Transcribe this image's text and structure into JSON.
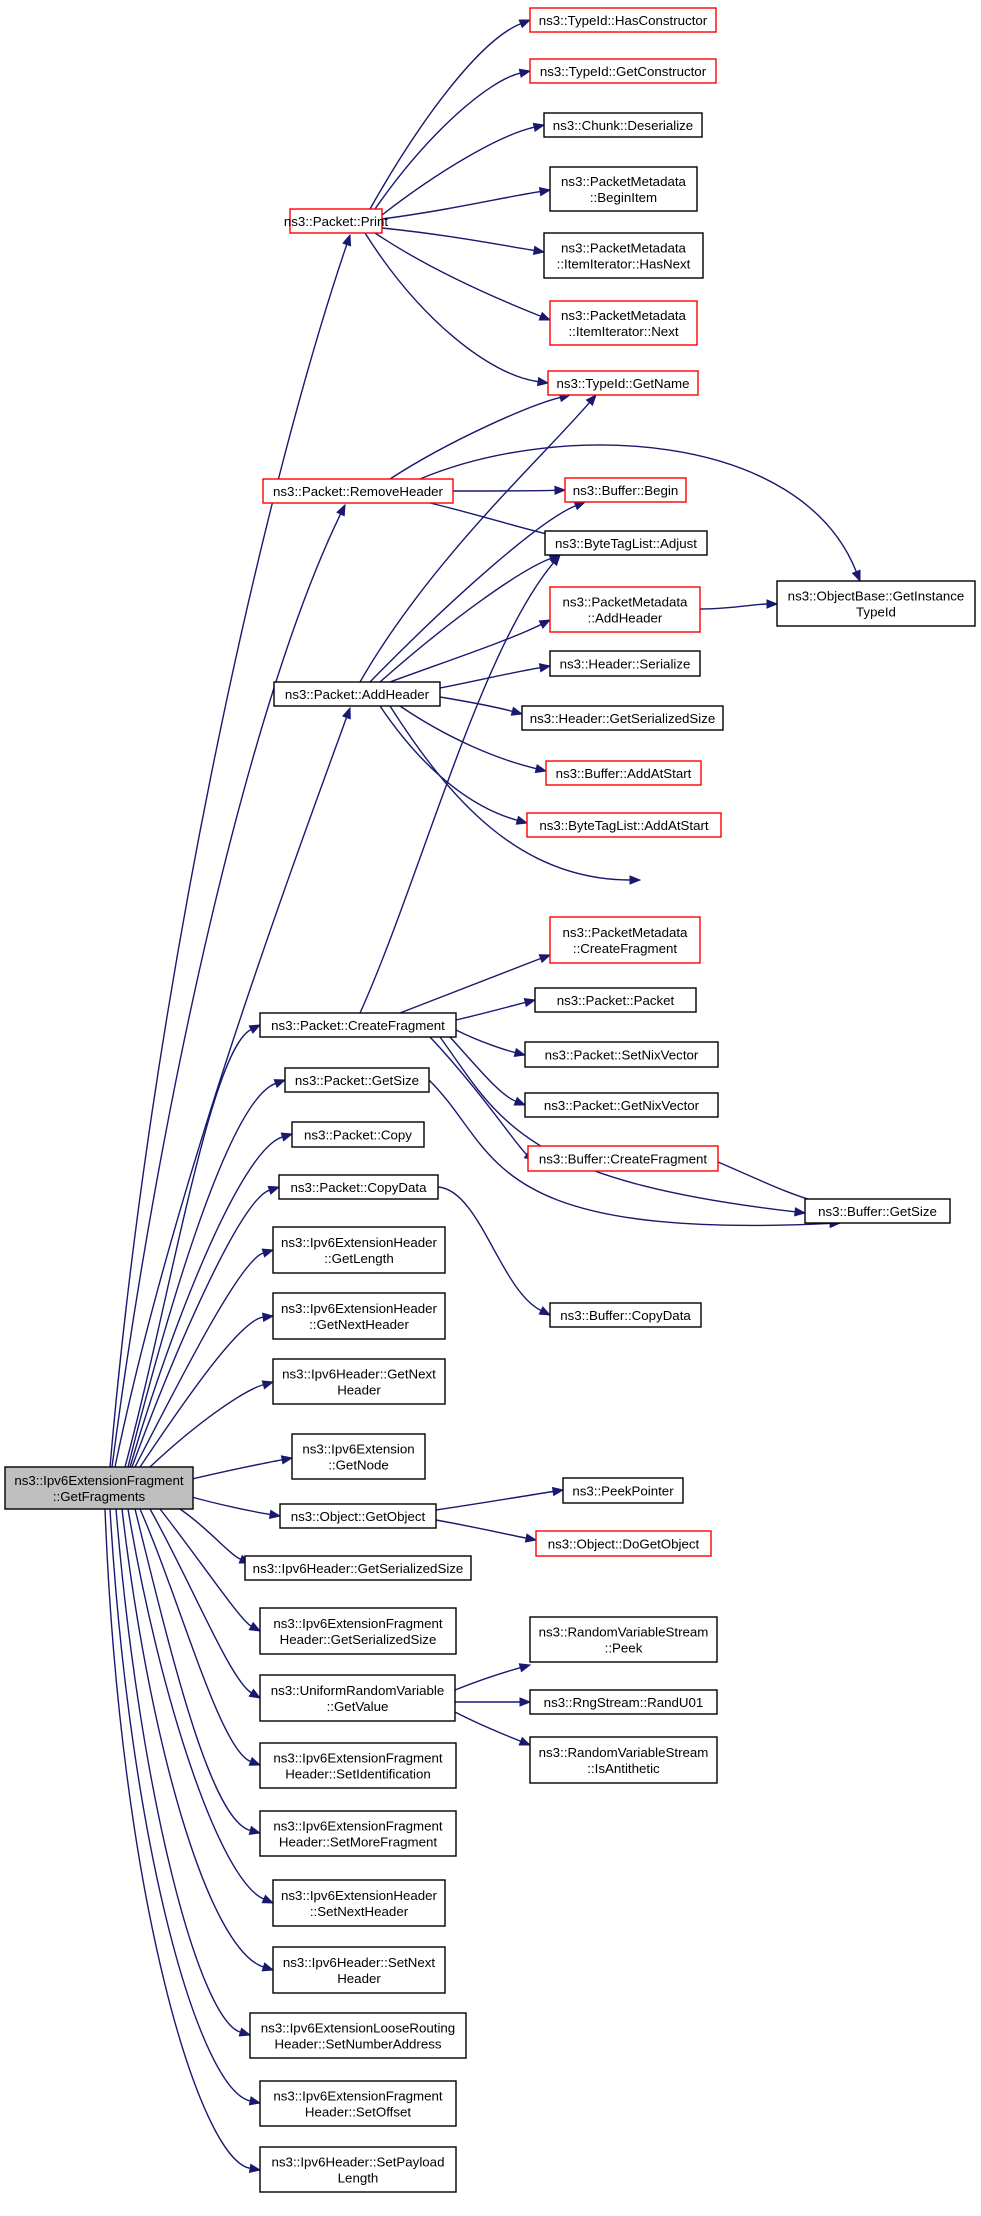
{
  "graph": {
    "nodes": [
      {
        "id": "root",
        "label": [
          "ns3::Ipv6ExtensionFragment",
          "::GetFragments"
        ],
        "root": true
      },
      {
        "id": "print",
        "label": [
          "ns3::Packet::Print"
        ],
        "truncated": true
      },
      {
        "id": "hasctor",
        "label": [
          "ns3::TypeId::HasConstructor"
        ],
        "truncated": true
      },
      {
        "id": "getctor",
        "label": [
          "ns3::TypeId::GetConstructor"
        ],
        "truncated": true
      },
      {
        "id": "deser",
        "label": [
          "ns3::Chunk::Deserialize"
        ]
      },
      {
        "id": "beginitem",
        "label": [
          "ns3::PacketMetadata",
          "::BeginItem"
        ]
      },
      {
        "id": "hasnext",
        "label": [
          "ns3::PacketMetadata",
          "::ItemIterator::HasNext"
        ]
      },
      {
        "id": "next",
        "label": [
          "ns3::PacketMetadata",
          "::ItemIterator::Next"
        ],
        "truncated": true
      },
      {
        "id": "getname",
        "label": [
          "ns3::TypeId::GetName"
        ],
        "truncated": true
      },
      {
        "id": "removeheader",
        "label": [
          "ns3::Packet::RemoveHeader"
        ],
        "truncated": true
      },
      {
        "id": "bufbegin",
        "label": [
          "ns3::Buffer::Begin"
        ],
        "truncated": true
      },
      {
        "id": "adjust",
        "label": [
          "ns3::ByteTagList::Adjust"
        ]
      },
      {
        "id": "getinst",
        "label": [
          "ns3::ObjectBase::GetInstance",
          "TypeId"
        ]
      },
      {
        "id": "pmaddheader",
        "label": [
          "ns3::PacketMetadata",
          "::AddHeader"
        ],
        "truncated": true
      },
      {
        "id": "addheader",
        "label": [
          "ns3::Packet::AddHeader"
        ]
      },
      {
        "id": "hserialize",
        "label": [
          "ns3::Header::Serialize"
        ]
      },
      {
        "id": "hgetsize",
        "label": [
          "ns3::Header::GetSerializedSize"
        ]
      },
      {
        "id": "bufaddstart",
        "label": [
          "ns3::Buffer::AddAtStart"
        ],
        "truncated": true
      },
      {
        "id": "btladdstart",
        "label": [
          "ns3::ByteTagList::AddAtStart"
        ],
        "truncated": true
      },
      {
        "id": "pmcreatefrag",
        "label": [
          "ns3::PacketMetadata",
          "::CreateFragment"
        ],
        "truncated": true
      },
      {
        "id": "createfrag",
        "label": [
          "ns3::Packet::CreateFragment"
        ]
      },
      {
        "id": "packet",
        "label": [
          "ns3::Packet::Packet"
        ]
      },
      {
        "id": "setnix",
        "label": [
          "ns3::Packet::SetNixVector"
        ]
      },
      {
        "id": "getnix",
        "label": [
          "ns3::Packet::GetNixVector"
        ]
      },
      {
        "id": "bufcreatefrag",
        "label": [
          "ns3::Buffer::CreateFragment"
        ],
        "truncated": true
      },
      {
        "id": "bufgetsize",
        "label": [
          "ns3::Buffer::GetSize"
        ]
      },
      {
        "id": "pgetsize",
        "label": [
          "ns3::Packet::GetSize"
        ]
      },
      {
        "id": "pcopy",
        "label": [
          "ns3::Packet::Copy"
        ]
      },
      {
        "id": "pcopydata",
        "label": [
          "ns3::Packet::CopyData"
        ]
      },
      {
        "id": "bufcopydata",
        "label": [
          "ns3::Buffer::CopyData"
        ]
      },
      {
        "id": "ehgetlen",
        "label": [
          "ns3::Ipv6ExtensionHeader",
          "::GetLength"
        ]
      },
      {
        "id": "ehgetnext",
        "label": [
          "ns3::Ipv6ExtensionHeader",
          "::GetNextHeader"
        ]
      },
      {
        "id": "hgetnext",
        "label": [
          "ns3::Ipv6Header::GetNext",
          "Header"
        ]
      },
      {
        "id": "extgetnode",
        "label": [
          "ns3::Ipv6Extension",
          "::GetNode"
        ]
      },
      {
        "id": "getobject",
        "label": [
          "ns3::Object::GetObject"
        ]
      },
      {
        "id": "peekptr",
        "label": [
          "ns3::PeekPointer"
        ]
      },
      {
        "id": "dogetobj",
        "label": [
          "ns3::Object::DoGetObject"
        ],
        "truncated": true
      },
      {
        "id": "v6hgetsize",
        "label": [
          "ns3::Ipv6Header::GetSerializedSize"
        ]
      },
      {
        "id": "efhgetsize",
        "label": [
          "ns3::Ipv6ExtensionFragment",
          "Header::GetSerializedSize"
        ]
      },
      {
        "id": "urvgetvalue",
        "label": [
          "ns3::UniformRandomVariable",
          "::GetValue"
        ]
      },
      {
        "id": "rvspeek",
        "label": [
          "ns3::RandomVariableStream",
          "::Peek"
        ]
      },
      {
        "id": "randu01",
        "label": [
          "ns3::RngStream::RandU01"
        ]
      },
      {
        "id": "isanti",
        "label": [
          "ns3::RandomVariableStream",
          "::IsAntithetic"
        ]
      },
      {
        "id": "setident",
        "label": [
          "ns3::Ipv6ExtensionFragment",
          "Header::SetIdentification"
        ]
      },
      {
        "id": "setmore",
        "label": [
          "ns3::Ipv6ExtensionFragment",
          "Header::SetMoreFragment"
        ]
      },
      {
        "id": "ehsetnext",
        "label": [
          "ns3::Ipv6ExtensionHeader",
          "::SetNextHeader"
        ]
      },
      {
        "id": "hsetnext",
        "label": [
          "ns3::Ipv6Header::SetNext",
          "Header"
        ]
      },
      {
        "id": "setnumaddr",
        "label": [
          "ns3::Ipv6ExtensionLooseRouting",
          "Header::SetNumberAddress"
        ]
      },
      {
        "id": "setoffset",
        "label": [
          "ns3::Ipv6ExtensionFragment",
          "Header::SetOffset"
        ]
      },
      {
        "id": "setpayload",
        "label": [
          "ns3::Ipv6Header::SetPayload",
          "Length"
        ]
      }
    ]
  }
}
